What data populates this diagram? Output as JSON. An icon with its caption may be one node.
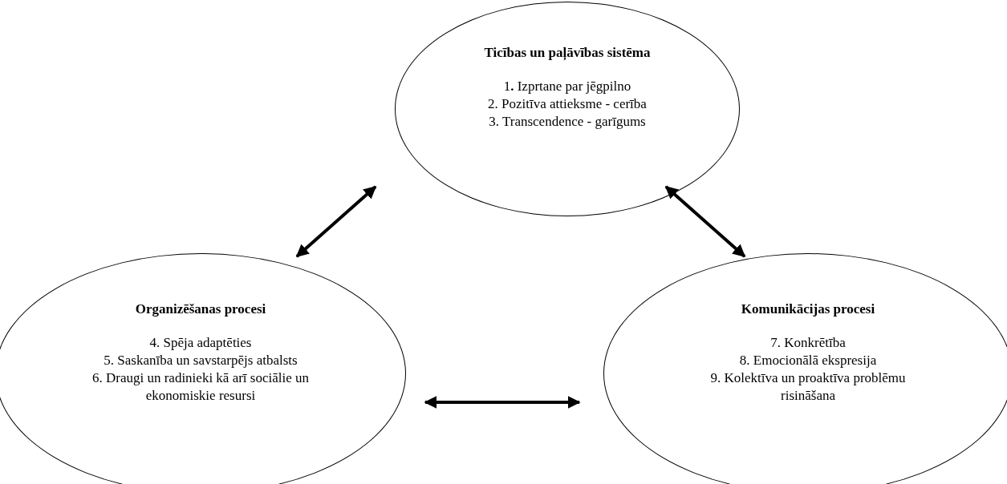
{
  "diagram": {
    "nodes": [
      {
        "text": [
          "Ticības un paļāvības sistēma",
          "1**.** Izprtane par jēgpilno",
          "2. Pozitīva attieksme - cerība",
          "3. Transcendence - garīgums"
        ]
      },
      {
        "text": [
          "Organizēšanas procesi",
          "4. Spēja adaptēties",
          "5. Saskanība un savstarpējs atbalsts",
          "6. Draugi un radinieki kā arī sociālie un ekonomiskie resursi"
        ]
      },
      {
        "text": [
          "Komunikācijas procesi",
          "7. Konkrētība",
          "8. Emocionālā ekspresija",
          "9. Kolektīva un proaktīva problēmu risināšana"
        ]
      }
    ],
    "edges": [
      {
        "from": 1,
        "to": 0,
        "arrow": "both"
      },
      {
        "from": 0,
        "to": 2,
        "arrow": "both"
      },
      {
        "from": 1,
        "to": 2,
        "arrow": "both"
      }
    ]
  }
}
